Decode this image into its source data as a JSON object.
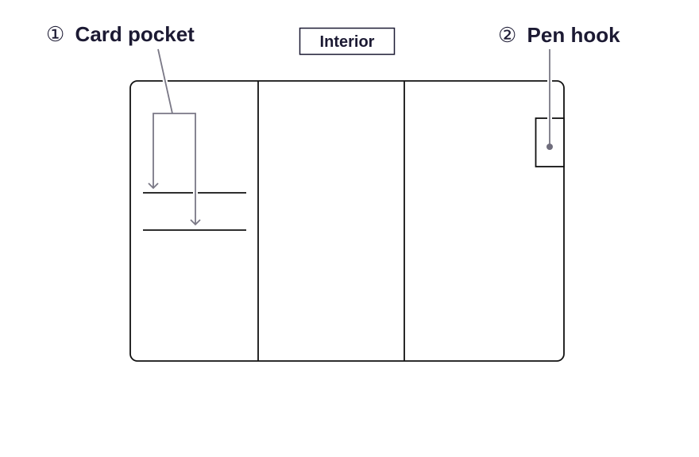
{
  "title": "Interior",
  "callouts": [
    {
      "number": "①",
      "label": "Card pocket"
    },
    {
      "number": "②",
      "label": "Pen hook"
    }
  ],
  "colors": {
    "ink": "#1c1a33",
    "pointer": "#7a7886",
    "outline": "#111111"
  }
}
